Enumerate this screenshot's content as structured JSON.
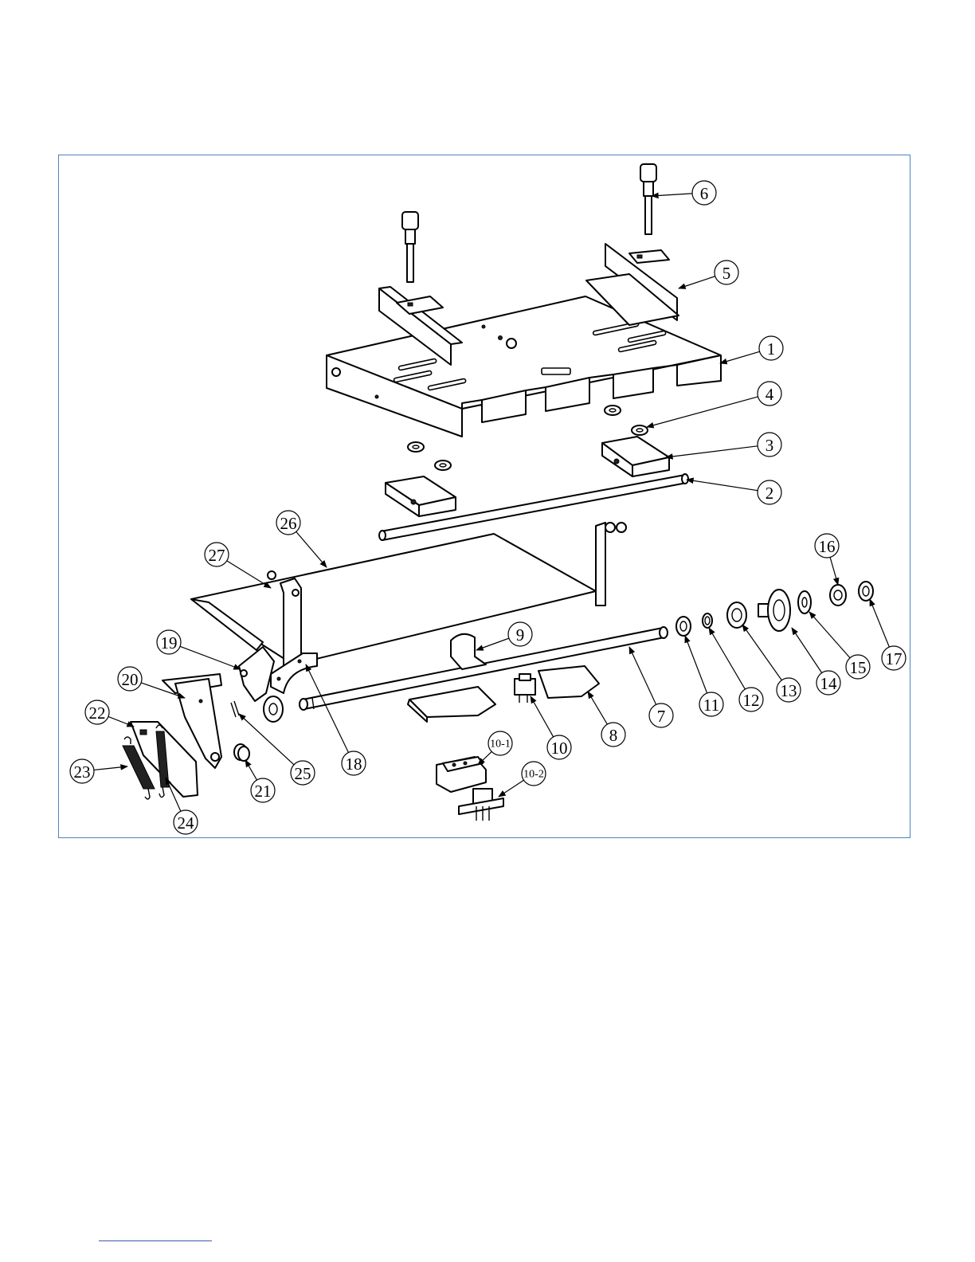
{
  "figure": {
    "frame_color": "#4f81bd",
    "footer_rule_color": "#3a5da8"
  },
  "callouts": [
    {
      "id": "c1",
      "label": "1"
    },
    {
      "id": "c2",
      "label": "2"
    },
    {
      "id": "c3",
      "label": "3"
    },
    {
      "id": "c4",
      "label": "4"
    },
    {
      "id": "c5",
      "label": "5"
    },
    {
      "id": "c6",
      "label": "6"
    },
    {
      "id": "c7",
      "label": "7"
    },
    {
      "id": "c8",
      "label": "8"
    },
    {
      "id": "c9",
      "label": "9"
    },
    {
      "id": "c10",
      "label": "10"
    },
    {
      "id": "c10-1",
      "label": "10-1"
    },
    {
      "id": "c10-2",
      "label": "10-2"
    },
    {
      "id": "c11",
      "label": "11"
    },
    {
      "id": "c12",
      "label": "12"
    },
    {
      "id": "c13",
      "label": "13"
    },
    {
      "id": "c14",
      "label": "14"
    },
    {
      "id": "c15",
      "label": "15"
    },
    {
      "id": "c16",
      "label": "16"
    },
    {
      "id": "c17",
      "label": "17"
    },
    {
      "id": "c18",
      "label": "18"
    },
    {
      "id": "c19",
      "label": "19"
    },
    {
      "id": "c20",
      "label": "20"
    },
    {
      "id": "c21",
      "label": "21"
    },
    {
      "id": "c22",
      "label": "22"
    },
    {
      "id": "c23",
      "label": "23"
    },
    {
      "id": "c24",
      "label": "24"
    },
    {
      "id": "c25",
      "label": "25"
    },
    {
      "id": "c26",
      "label": "26"
    },
    {
      "id": "c27",
      "label": "27"
    }
  ]
}
